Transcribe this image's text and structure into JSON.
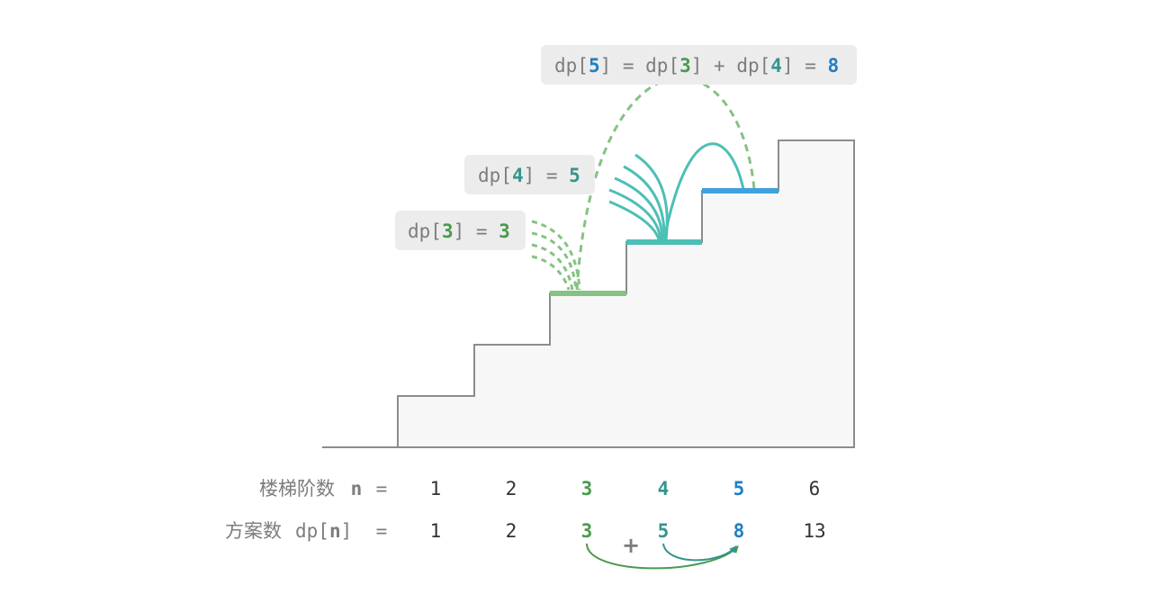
{
  "formulas": {
    "dp5": {
      "prefix": "dp[",
      "idx": "5",
      "eq": "] = dp[",
      "a": "3",
      "plus": "] + dp[",
      "b": "4",
      "eq2": "] = ",
      "result": "8"
    },
    "dp4": {
      "prefix": "dp[",
      "idx": "4",
      "suffix": "] = ",
      "value": "5"
    },
    "dp3": {
      "prefix": "dp[",
      "idx": "3",
      "suffix": "] = ",
      "value": "3"
    }
  },
  "table": {
    "row1_label": "楼梯阶数",
    "row1_var": "n",
    "row1_eq": "=",
    "row2_label": "方案数",
    "row2_var_prefix": "dp[",
    "row2_var": "n",
    "row2_var_suffix": "]",
    "row2_eq": "=",
    "steps": [
      "1",
      "2",
      "3",
      "4",
      "5",
      "6"
    ],
    "ways": [
      "1",
      "2",
      "3",
      "5",
      "8",
      "13"
    ],
    "plus": "+"
  },
  "colors": {
    "step3": "#4a9a4e",
    "step4": "#35948c",
    "step5": "#1f7fc4",
    "step3_bar": "#86c283",
    "step4_bar": "#4cbfb6",
    "step5_bar": "#3fa1dd",
    "stairs_line": "#8c8c8c",
    "stairs_fill": "#f7f7f7",
    "label_bg": "#ececec"
  }
}
